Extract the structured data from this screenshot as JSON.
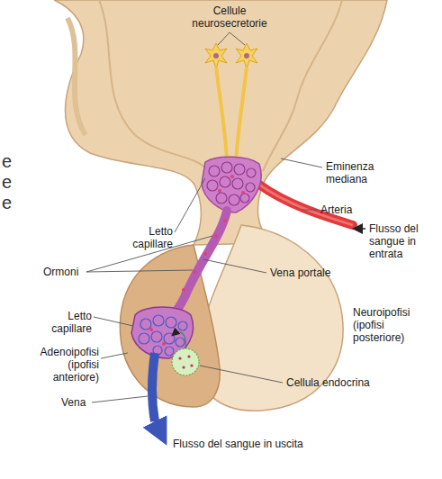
{
  "diagram": {
    "labels": [
      "e",
      "e",
      "e",
      "Cellule neurosecretorie",
      "Eminenza mediana",
      "Arteria",
      "Flusso del sangue in entrata",
      "Letto capillare",
      "Ormoni",
      "Vena portale",
      "Letto capillare",
      "Neuroipofisi (ipofisi posteriore)",
      "Adenoipofisi (ipofisi anteriore)",
      "Cellula endocrina",
      "Vena",
      "Flusso del sangue in uscita"
    ]
  }
}
